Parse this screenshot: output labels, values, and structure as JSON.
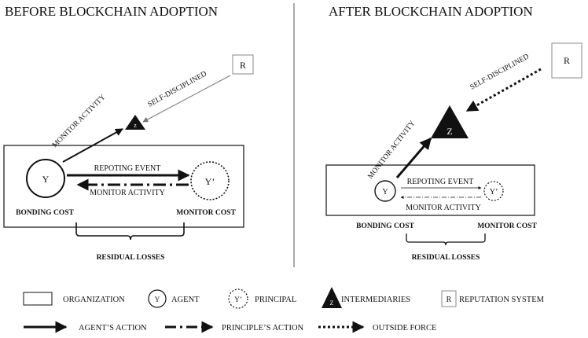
{
  "before": {
    "title": "BEFORE BLOCKCHAIN ADOPTION",
    "self_disciplined": "SELF-DISCIPLINED",
    "monitor_activity_diag": "MONITOR ACTIVITY",
    "reporting_event": "REPOTING EVENT",
    "monitor_activity": "MONITOR ACTIVITY",
    "bonding_cost": "BONDING COST",
    "monitor_cost": "MONITOR COST",
    "residual_losses": "RESIDUAL LOSSES",
    "agent_symbol": "Y",
    "principal_symbol": "Y’",
    "intermediary_symbol": "z",
    "reputation_symbol": "R"
  },
  "after": {
    "title": "AFTER BLOCKCHAIN ADOPTION",
    "self_disciplined": "SELF-DISCIPLINED",
    "monitor_activity_diag": "MONITOR ACTIVITY",
    "reporting_event": "REPOTING EVENT",
    "monitor_activity": "MONITOR ACTIVITY",
    "bonding_cost": "BONDING COST",
    "monitor_cost": "MONITOR COST",
    "residual_losses": "RESIDUAL LOSSES",
    "agent_symbol": "Y",
    "principal_symbol": "Y’",
    "intermediary_symbol": "Z",
    "reputation_symbol": "R"
  },
  "legend": {
    "organization": "ORGANIZATION",
    "agent_symbol": "Y",
    "agent": "AGENT",
    "principal_symbol": "Y’",
    "principal": "PRINCIPAL",
    "intermediary_symbol": "Z",
    "intermediaries": "INTERMEDIARIES",
    "reputation_symbol": "R",
    "reputation_system": "REPUTATION SYSTEM",
    "agents_action": "AGENT’S ACTION",
    "principles_action": "PRINCIPLE’S ACTION",
    "outside_force": "OUTSIDE FORCE"
  }
}
